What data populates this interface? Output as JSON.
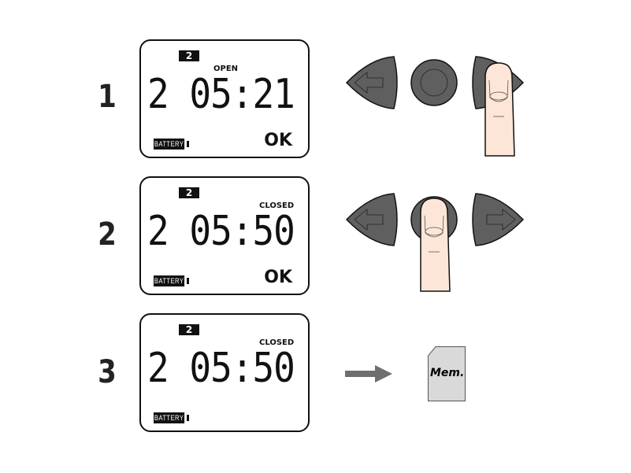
{
  "steps": [
    {
      "number": "1",
      "channel": "2",
      "state": "OPEN",
      "digits": "2 05:21",
      "battery": "BATTERY",
      "ok": "OK",
      "pressed": "right"
    },
    {
      "number": "2",
      "channel": "2",
      "state": "CLOSED",
      "digits": "2 05:50",
      "battery": "BATTERY",
      "ok": "OK",
      "pressed": "center"
    },
    {
      "number": "3",
      "channel": "2",
      "state": "CLOSED",
      "digits": "2 05:50",
      "battery": "BATTERY",
      "ok": ""
    }
  ],
  "memory_card": {
    "label": "Mem."
  },
  "colors": {
    "button": "#5f5f5f",
    "finger": "#fde6d8",
    "card": "#d9d9d9",
    "arrow": "#6e6e6e"
  }
}
